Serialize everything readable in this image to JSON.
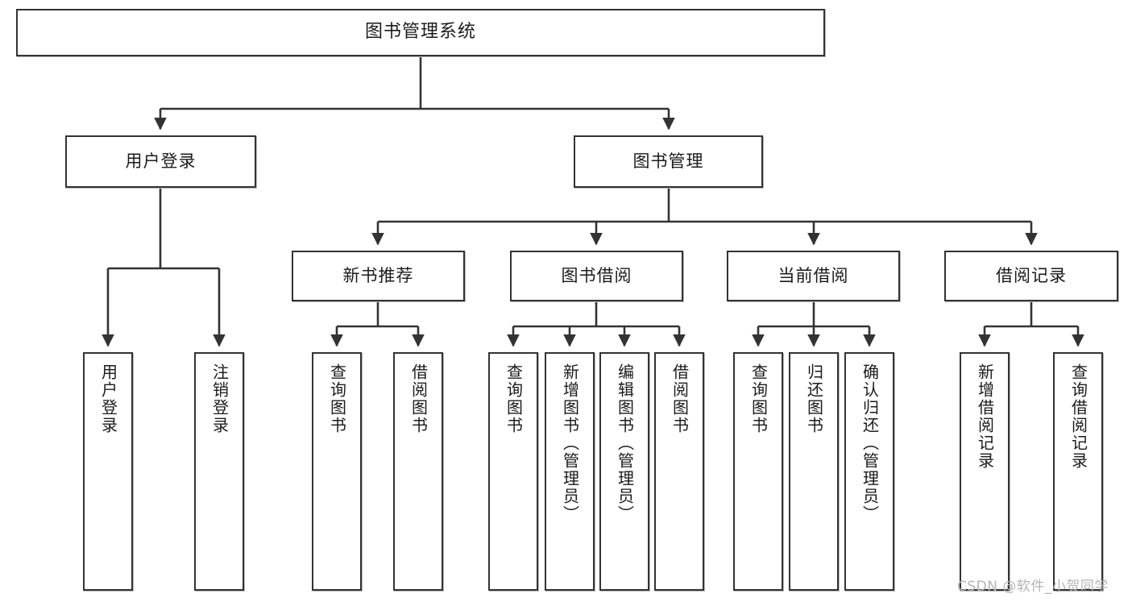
{
  "diagram": {
    "title": "图书管理系统",
    "type": "hierarchy-tree",
    "watermark": "CSDN @软件_小贺同学",
    "colors": {
      "border": "#333333",
      "background": "#ffffff",
      "text": "#1b1b1b",
      "watermark": "#b5b5b5"
    },
    "root": {
      "label": "图书管理系统"
    },
    "level2": [
      {
        "label": "用户登录"
      },
      {
        "label": "图书管理"
      }
    ],
    "level3": [
      {
        "label": "新书推荐"
      },
      {
        "label": "图书借阅"
      },
      {
        "label": "当前借阅"
      },
      {
        "label": "借阅记录"
      }
    ],
    "leaves": {
      "user_login": [
        {
          "label": "用户登录"
        },
        {
          "label": "注销登录"
        }
      ],
      "new_book": [
        {
          "label": "查询图书"
        },
        {
          "label": "借阅图书"
        }
      ],
      "book_borrow": [
        {
          "label": "查询图书"
        },
        {
          "label": "新增图书（管理员）"
        },
        {
          "label": "编辑图书（管理员）"
        },
        {
          "label": "借阅图书"
        }
      ],
      "current_borrow": [
        {
          "label": "查询图书"
        },
        {
          "label": "归还图书"
        },
        {
          "label": "确认归还（管理员）"
        }
      ],
      "borrow_record": [
        {
          "label": "新增借阅记录"
        },
        {
          "label": "查询借阅记录"
        }
      ]
    }
  }
}
